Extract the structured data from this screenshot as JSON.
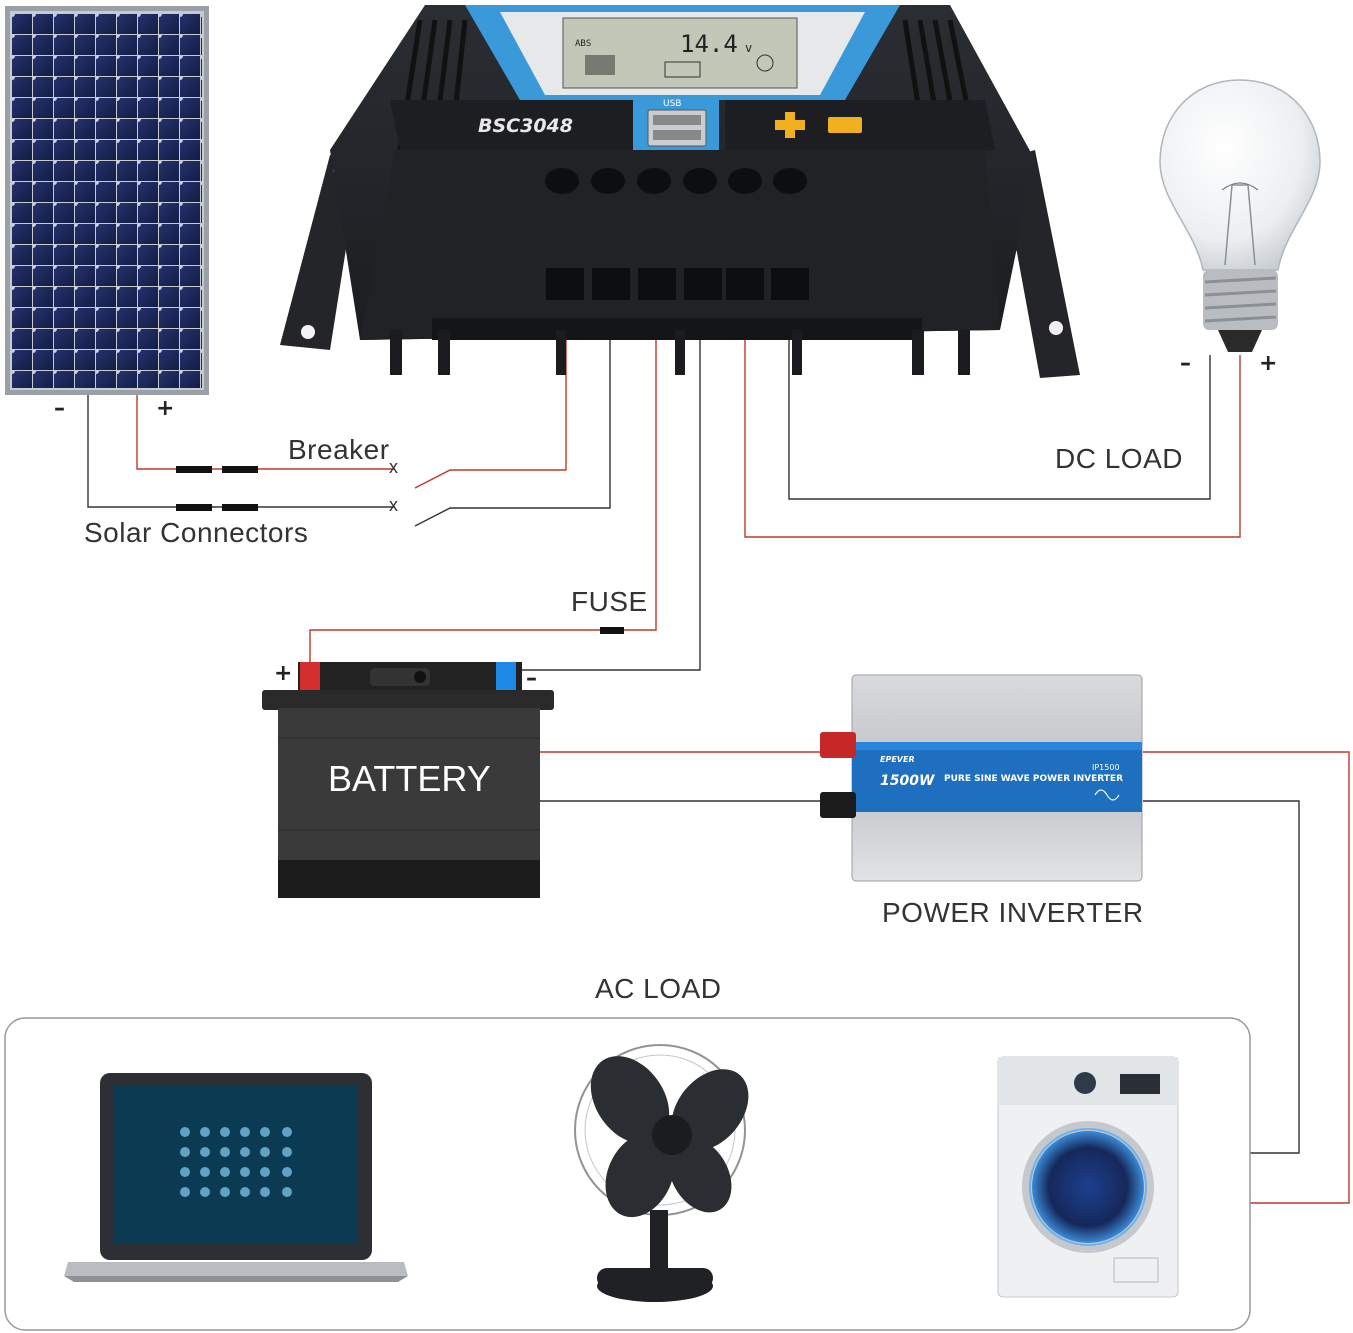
{
  "controller": {
    "model": "BSC3048",
    "lcd_reading": "14.4",
    "lcd_unit": "v",
    "lcd_mode": "ABS",
    "usb_label": "USB"
  },
  "labels": {
    "breaker": "Breaker",
    "solar_connectors": "Solar Connectors",
    "fuse": "FUSE",
    "dc_load": "DC LOAD",
    "battery": "BATTERY",
    "power_inverter": "POWER INVERTER",
    "ac_load": "AC LOAD"
  },
  "inverter": {
    "brand": "EPEVER",
    "model": "IP1500",
    "power": "1500W",
    "description": "PURE SINE WAVE POWER INVERTER"
  },
  "polarity": {
    "negative": "–",
    "positive": "+"
  },
  "breaker_marks": {
    "open": "x"
  },
  "colors": {
    "positive_wire": "#c0392b",
    "negative_wire": "#333333",
    "controller_accent": "#3a9ad9",
    "panel_blue": "#1d2a5c"
  },
  "icons": [
    "solar-panel-icon",
    "charge-controller-icon",
    "light-bulb-icon",
    "battery-icon",
    "inverter-icon",
    "laptop-icon",
    "fan-icon",
    "washing-machine-icon"
  ]
}
